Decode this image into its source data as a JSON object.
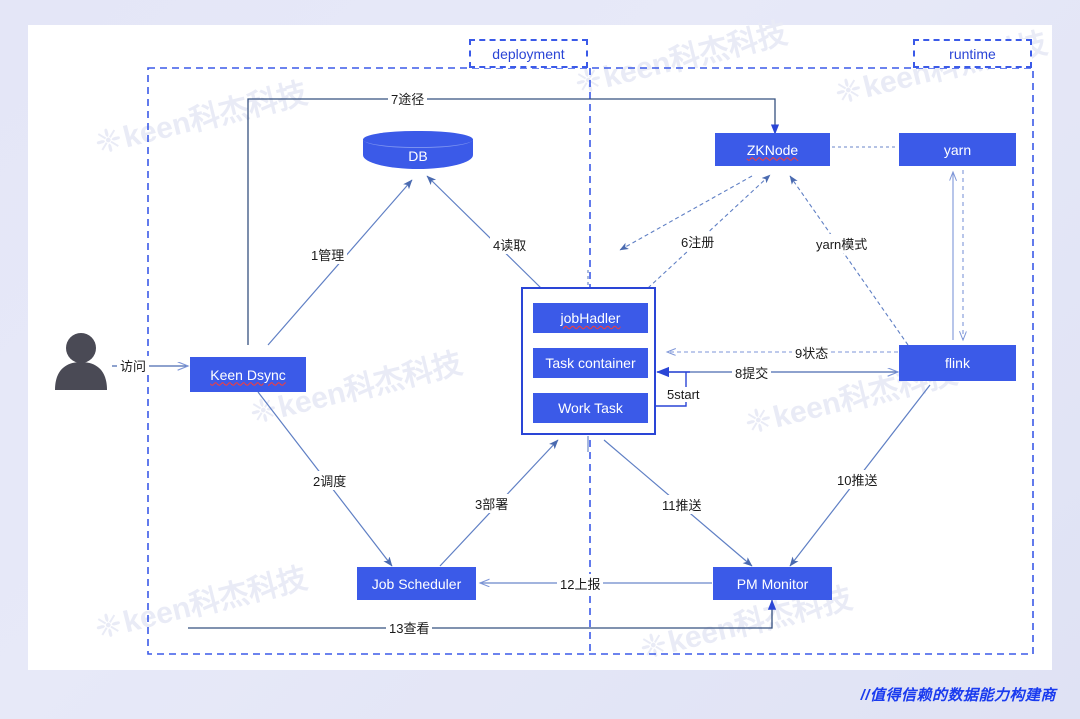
{
  "page": {
    "footer_tagline": "//值得信赖的数据能力构建商",
    "watermark_text": "keen科杰科技",
    "watermark_mark": "❈"
  },
  "colors": {
    "node_fill": "#3b5ae8",
    "node_text": "#ffffff",
    "edge": "#4a6ab0",
    "dashed_boundary": "#3b5ae8",
    "label_text": "#1a1a1a",
    "page_bg": "#e4e6f7",
    "card_bg": "#ffffff",
    "tagline": "#1a3bef",
    "actor": "#4a4a55",
    "spellcheck_underline": "#ff3b30"
  },
  "zones": [
    {
      "id": "deployment",
      "label": "deployment"
    },
    {
      "id": "runtime",
      "label": "runtime"
    }
  ],
  "nodes": [
    {
      "id": "db",
      "label": "DB",
      "shape": "cylinder"
    },
    {
      "id": "zknode",
      "label": "ZKNode",
      "shape": "rect",
      "spellcheck_flag": true
    },
    {
      "id": "yarn",
      "label": "yarn",
      "shape": "rect"
    },
    {
      "id": "keen-dsync",
      "label": "Keen Dsync",
      "shape": "rect",
      "spellcheck_flag": true
    },
    {
      "id": "job-hadler",
      "label": "jobHadler",
      "shape": "rect",
      "spellcheck_flag": true
    },
    {
      "id": "task-container",
      "label": "Task container",
      "shape": "rect"
    },
    {
      "id": "work-task",
      "label": "Work Task",
      "shape": "rect"
    },
    {
      "id": "flink",
      "label": "flink",
      "shape": "rect"
    },
    {
      "id": "job-scheduler",
      "label": "Job Scheduler",
      "shape": "rect"
    },
    {
      "id": "pm-monitor",
      "label": "PM Monitor",
      "shape": "rect"
    }
  ],
  "actor": {
    "id": "user",
    "label": "user-actor"
  },
  "edges": [
    {
      "id": "e-access",
      "label": "访问",
      "from": "user",
      "to": "keen-dsync"
    },
    {
      "id": "e7",
      "label": "7途径",
      "from": "keen-dsync",
      "to": "zknode"
    },
    {
      "id": "e1",
      "label": "1管理",
      "from": "keen-dsync",
      "to": "db"
    },
    {
      "id": "e4",
      "label": "4读取",
      "from": "group",
      "to": "db"
    },
    {
      "id": "e6",
      "label": "6注册",
      "from": "group",
      "to": "zknode"
    },
    {
      "id": "e-yarn",
      "label": "yarn模式",
      "from": "flink",
      "to": "zknode"
    },
    {
      "id": "e9",
      "label": "9状态",
      "from": "flink",
      "to": "group"
    },
    {
      "id": "e8",
      "label": "8提交",
      "from": "group",
      "to": "flink"
    },
    {
      "id": "e5",
      "label": "5start",
      "from": "work-task",
      "to": "task-container"
    },
    {
      "id": "e2",
      "label": "2调度",
      "from": "keen-dsync",
      "to": "job-scheduler"
    },
    {
      "id": "e3",
      "label": "3部署",
      "from": "job-scheduler",
      "to": "group"
    },
    {
      "id": "e11",
      "label": "11推送",
      "from": "group",
      "to": "pm-monitor"
    },
    {
      "id": "e10",
      "label": "10推送",
      "from": "flink",
      "to": "pm-monitor"
    },
    {
      "id": "e12",
      "label": "12上报",
      "from": "pm-monitor",
      "to": "job-scheduler"
    },
    {
      "id": "e13",
      "label": "13查看",
      "from": "pm-monitor",
      "to": "keen-dsync"
    }
  ]
}
